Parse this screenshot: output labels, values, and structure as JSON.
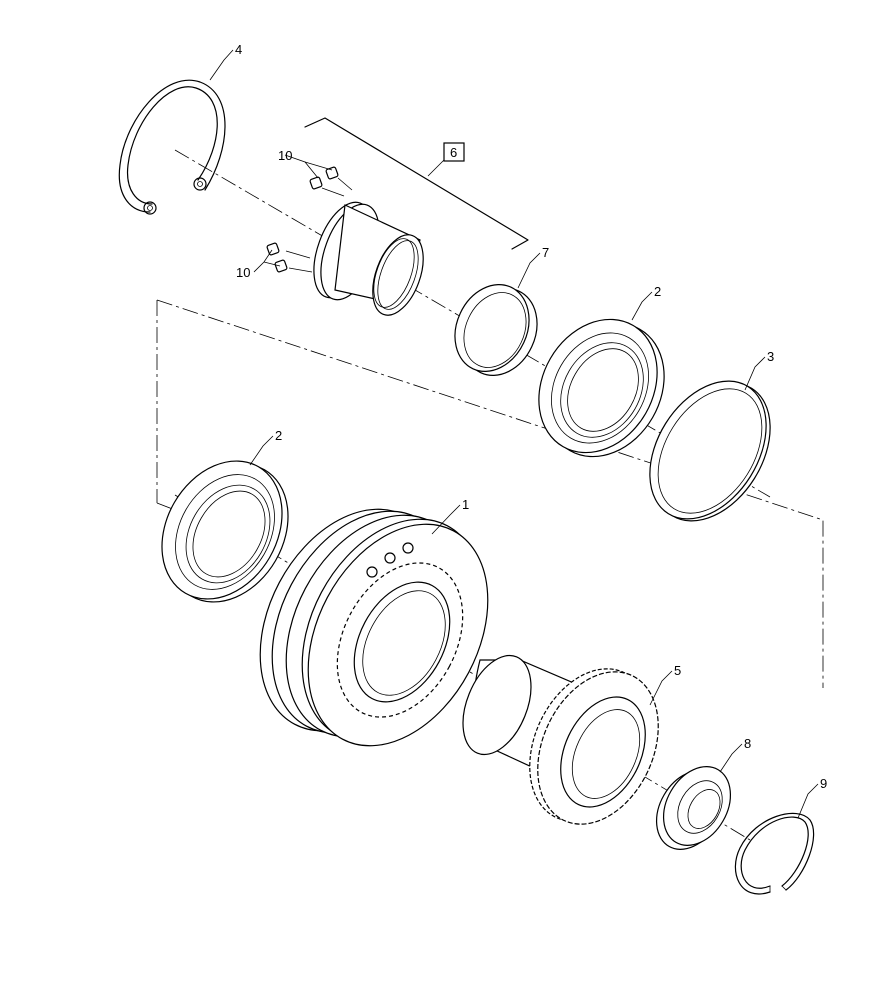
{
  "diagram": {
    "callouts": {
      "c1": "1",
      "c2a": "2",
      "c2b": "2",
      "c3": "3",
      "c4": "4",
      "c5": "5",
      "c6": "6",
      "c7": "7",
      "c8": "8",
      "c9": "9",
      "c10a": "10",
      "c10b": "10"
    }
  }
}
